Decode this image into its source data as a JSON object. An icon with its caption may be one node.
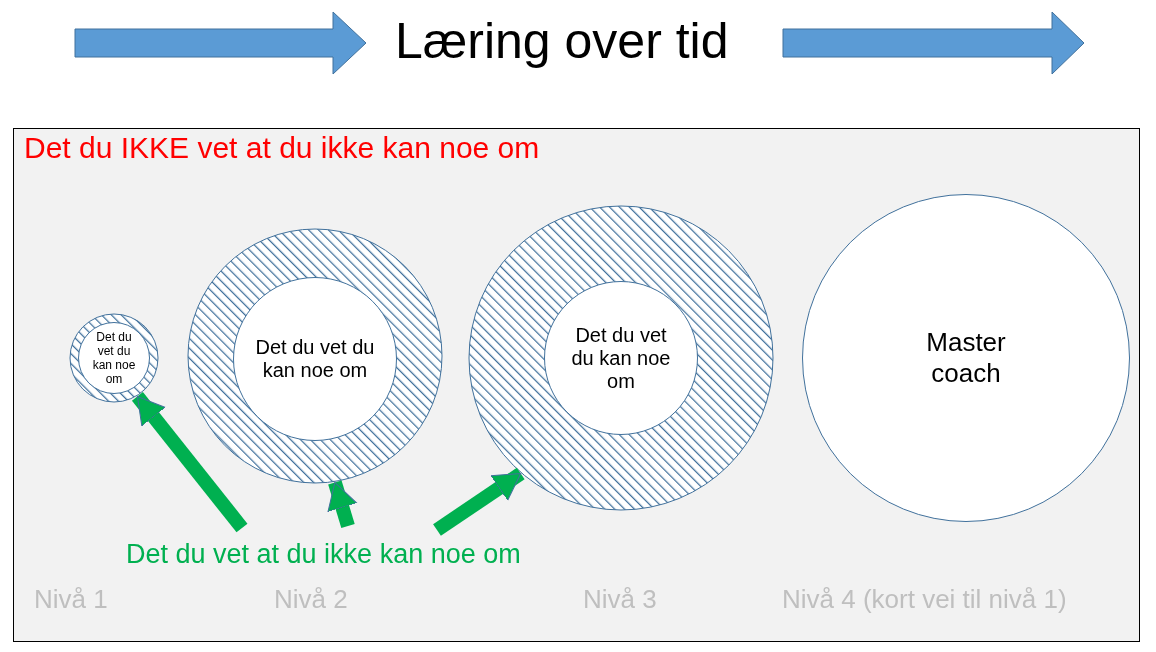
{
  "diagram": {
    "title": "Læring over tid",
    "nodes": [
      {
        "text": [
          "Det du IKKE vet at du ikke kan noe om"
        ]
      },
      {
        "text": [],
        "shape": "circle",
        "in": 0
      },
      {
        "text": [
          "Det du vet du kan noe om"
        ],
        "in": 1
      },
      {
        "text": [],
        "shape": "circle",
        "in": 0
      },
      {
        "text": [
          "Det du vet du kan noe om"
        ],
        "in": 3
      },
      {
        "text": [],
        "shape": "circle",
        "in": 0
      },
      {
        "text": [
          "Det du vet du kan noe om"
        ],
        "in": 5
      },
      {
        "text": [
          "Master coach"
        ],
        "in": 0
      },
      {
        "text": [
          "Det du vet at du ikke kan noe om"
        ],
        "in": 0
      }
    ],
    "edges": [
      {
        "from": 8,
        "to": 1,
        "arrow": "to"
      },
      {
        "from": 8,
        "to": 3,
        "arrow": "to"
      },
      {
        "from": 8,
        "to": 5,
        "arrow": "to"
      }
    ],
    "labels": [
      "Nivå 1",
      "Nivå 2",
      "Nivå 3",
      "Nivå 4 (kort vei til nivå 1)"
    ]
  }
}
